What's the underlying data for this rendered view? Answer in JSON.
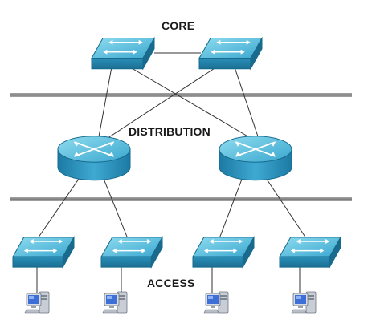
{
  "layers": {
    "core": "CORE",
    "distribution": "DISTRIBUTION",
    "access": "ACCESS"
  },
  "colors": {
    "device_top": "#5bc0dc",
    "device_side": "#1f7fa6",
    "device_edge": "#176a8c",
    "divider": "#8c8c8c",
    "link": "#333333",
    "pc_screen": "#3d6fd6"
  }
}
